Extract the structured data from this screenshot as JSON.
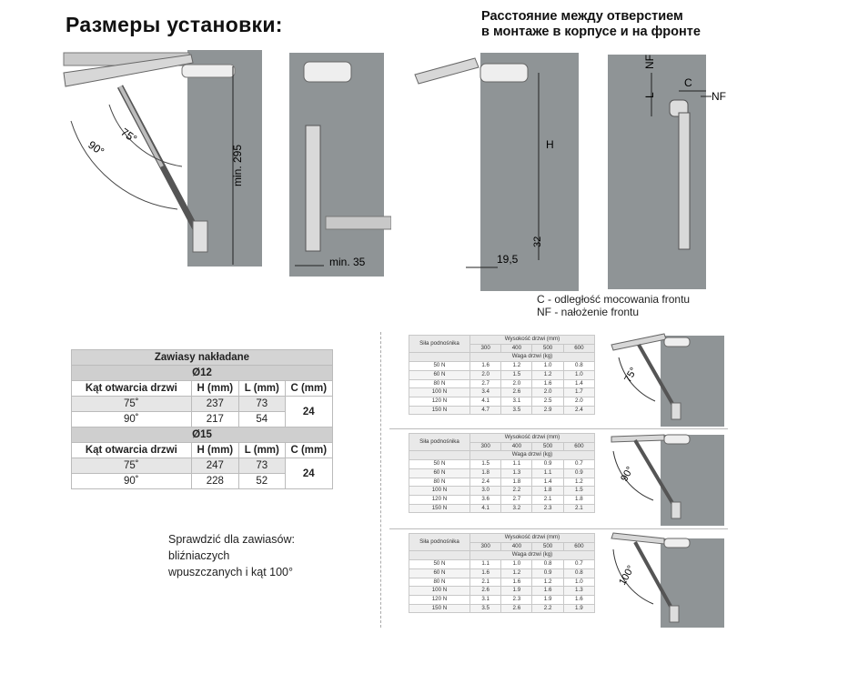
{
  "title": "Размеры установки:",
  "subtitle": [
    "Расстояние между отверстием",
    "в монтаже в корпусе и на фронте"
  ],
  "diagram_labels": {
    "angle_90": "90°",
    "angle_75": "75°",
    "min_295": "min. 295",
    "min_35": "min. 35",
    "H": "H",
    "dim_32": "32",
    "dim_19_5": "19,5",
    "NF": "NF",
    "L": "L",
    "C": "C",
    "small_75": "75°",
    "small_90": "90°",
    "small_100": "100°"
  },
  "legend": [
    "C - odległość mocowania frontu",
    "NF - nałożenie frontu"
  ],
  "hinge_table": {
    "title": "Zawiasy nakładane",
    "col_headers": [
      "Kąt otwarcia drzwi",
      "H (mm)",
      "L (mm)",
      "C (mm)"
    ],
    "groups": [
      {
        "diameter": "Ø12",
        "rows": [
          [
            "75˚",
            "237",
            "73"
          ],
          [
            "90˚",
            "217",
            "54"
          ]
        ],
        "c": "24"
      },
      {
        "diameter": "Ø15",
        "rows": [
          [
            "75˚",
            "247",
            "73"
          ],
          [
            "90˚",
            "228",
            "52"
          ]
        ],
        "c": "24"
      }
    ]
  },
  "note": [
    "Sprawdzić dla zawiasów:",
    "bliźniaczych",
    "wpuszczanych i kąt 100°"
  ],
  "weight_tables": [
    {
      "angle": "75°",
      "header_force": "Siła podnośnika",
      "header_height": "Wysokość drzwi (mm)",
      "heights": [
        "300",
        "400",
        "500",
        "600"
      ],
      "header_weight": "Waga drzwi (kg)",
      "rows": [
        [
          "50 N",
          "1.6",
          "1.2",
          "1.0",
          "0.8"
        ],
        [
          "60 N",
          "2.0",
          "1.5",
          "1.2",
          "1.0"
        ],
        [
          "80 N",
          "2.7",
          "2.0",
          "1.6",
          "1.4"
        ],
        [
          "100 N",
          "3.4",
          "2.6",
          "2.0",
          "1.7"
        ],
        [
          "120 N",
          "4.1",
          "3.1",
          "2.5",
          "2.0"
        ],
        [
          "150 N",
          "4.7",
          "3.5",
          "2.9",
          "2.4"
        ]
      ]
    },
    {
      "angle": "90°",
      "header_force": "Siła podnośnika",
      "header_height": "Wysokość drzwi (mm)",
      "heights": [
        "300",
        "400",
        "500",
        "600"
      ],
      "header_weight": "Waga drzwi (kg)",
      "rows": [
        [
          "50 N",
          "1.5",
          "1.1",
          "0.9",
          "0.7"
        ],
        [
          "60 N",
          "1.8",
          "1.3",
          "1.1",
          "0.9"
        ],
        [
          "80 N",
          "2.4",
          "1.8",
          "1.4",
          "1.2"
        ],
        [
          "100 N",
          "3.0",
          "2.2",
          "1.8",
          "1.5"
        ],
        [
          "120 N",
          "3.6",
          "2.7",
          "2.1",
          "1.8"
        ],
        [
          "150 N",
          "4.1",
          "3.2",
          "2.3",
          "2.1"
        ]
      ]
    },
    {
      "angle": "100°",
      "header_force": "Siła podnośnika",
      "header_height": "Wysokość drzwi (mm)",
      "heights": [
        "300",
        "400",
        "500",
        "600"
      ],
      "header_weight": "Waga drzwi (kg)",
      "rows": [
        [
          "50 N",
          "1.1",
          "1.0",
          "0.8",
          "0.7"
        ],
        [
          "60 N",
          "1.6",
          "1.2",
          "0.9",
          "0.8"
        ],
        [
          "80 N",
          "2.1",
          "1.6",
          "1.2",
          "1.0"
        ],
        [
          "100 N",
          "2.6",
          "1.9",
          "1.6",
          "1.3"
        ],
        [
          "120 N",
          "3.1",
          "2.3",
          "1.9",
          "1.6"
        ],
        [
          "150 N",
          "3.5",
          "2.6",
          "2.2",
          "1.9"
        ]
      ]
    }
  ]
}
